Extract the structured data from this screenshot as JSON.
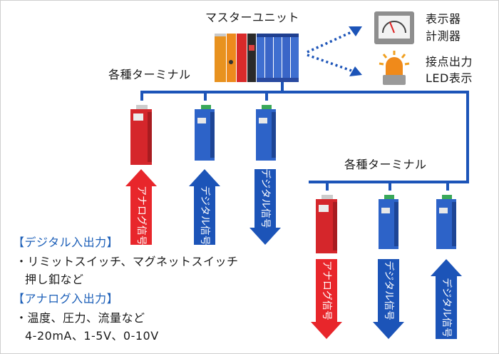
{
  "labels": {
    "master_unit": "マスターユニット",
    "terminals_1": "各種ターミナル",
    "terminals_2": "各種ターミナル",
    "display_line1": "表示器",
    "display_line2": "計測器",
    "contact_line1": "接点出力",
    "contact_line2": "LED表示"
  },
  "arrows": {
    "left": [
      {
        "text": "アナログ信号",
        "direction": "up",
        "color": "#e8262b"
      },
      {
        "text": "デジタル信号",
        "direction": "up",
        "color": "#1c54b8"
      },
      {
        "text": "デジタル信号",
        "direction": "down",
        "color": "#1c54b8"
      }
    ],
    "right": [
      {
        "text": "アナログ信号",
        "direction": "down",
        "color": "#e8262b"
      },
      {
        "text": "デジタル信号",
        "direction": "down",
        "color": "#1c54b8"
      },
      {
        "text": "デジタル信号",
        "direction": "up",
        "color": "#1c54b8"
      }
    ]
  },
  "notes": {
    "digital_heading": "【デジタル入出力】",
    "digital_line1": "・リミットスイッチ、マグネットスイッチ",
    "digital_line2": "押し釦など",
    "analog_heading": "【アナログ入出力】",
    "analog_line1": "・温度、圧力、流量など",
    "analog_line2": "4-20mA、1-5V、0-10V"
  },
  "colors": {
    "bus": "#1c54b8",
    "analog": "#e8262b",
    "digital": "#1c54b8",
    "heading": "#1c5fb8"
  }
}
